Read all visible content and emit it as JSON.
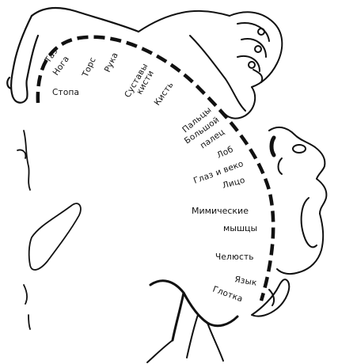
{
  "labels": {
    "taz": "Таз",
    "noga": "Нога",
    "stopa": "Стопа",
    "tors": "Торс",
    "ruka": "Рука",
    "sustavy": "Суставы",
    "kisti": "кисти",
    "kist": "Кисть",
    "paltsy": "Пальцы",
    "bolshoy": "Большой",
    "palets": "палец",
    "lob": "Лоб",
    "glaz": "Глаз и веко",
    "litso": "Лицо",
    "mimicheskie": "Мимические",
    "myshtsy": "мышцы",
    "chelyust": "Челюсть",
    "yazyk": "Язык",
    "glotka": "Глотка"
  }
}
